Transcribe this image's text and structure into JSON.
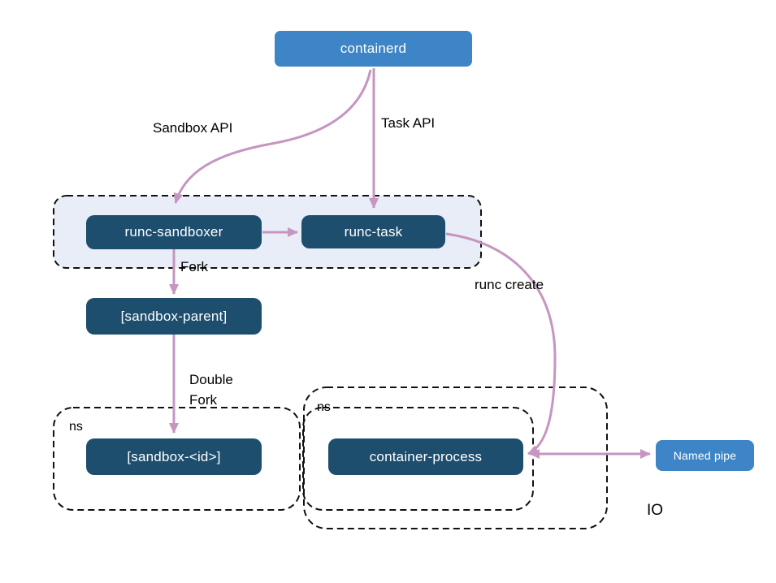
{
  "diagram": {
    "description_visible_text_only": true,
    "colors": {
      "blue": "#3d85c6",
      "dark": "#1d4e6e",
      "group_fill": "#e8edf8",
      "arrow": "#c695c0",
      "dash": "#111111",
      "label": "#000000"
    },
    "nodes": {
      "containerd": {
        "label": "containerd"
      },
      "runc_sandboxer": {
        "label": "runc-sandboxer"
      },
      "runc_task": {
        "label": "runc-task"
      },
      "sandbox_parent": {
        "label": "[sandbox-parent]"
      },
      "sandbox_id": {
        "label": "[sandbox-<id>]"
      },
      "container_process": {
        "label": "container-process"
      },
      "named_pipe": {
        "label": "Named pipe"
      }
    },
    "groups": {
      "sandboxer_group": {
        "label": "",
        "contains": [
          "runc_sandboxer",
          "runc_task"
        ]
      },
      "ns_left": {
        "label": "ns",
        "contains": [
          "sandbox_id"
        ]
      },
      "io_outer": {
        "label": "",
        "contains": [
          "ns_inner"
        ]
      },
      "ns_inner": {
        "label": "ns",
        "contains": [
          "container_process"
        ]
      }
    },
    "edges": {
      "sandbox_api": {
        "label": "Sandbox API",
        "from": "containerd",
        "to": "runc_sandboxer"
      },
      "task_api": {
        "label": "Task API",
        "from": "containerd",
        "to": "runc_task"
      },
      "sandboxer_to_task": {
        "label": "",
        "from": "runc_sandboxer",
        "to": "runc_task"
      },
      "fork": {
        "label": "Fork",
        "from": "runc_sandboxer",
        "to": "sandbox_parent"
      },
      "double_fork": {
        "label": "Double\nFork",
        "from": "sandbox_parent",
        "to": "sandbox_id"
      },
      "runc_create": {
        "label": "runc create",
        "from": "runc_task",
        "to": "container_process"
      },
      "io": {
        "label": "IO",
        "from": "container_process",
        "to": "named_pipe",
        "bidirectional": true
      }
    }
  }
}
